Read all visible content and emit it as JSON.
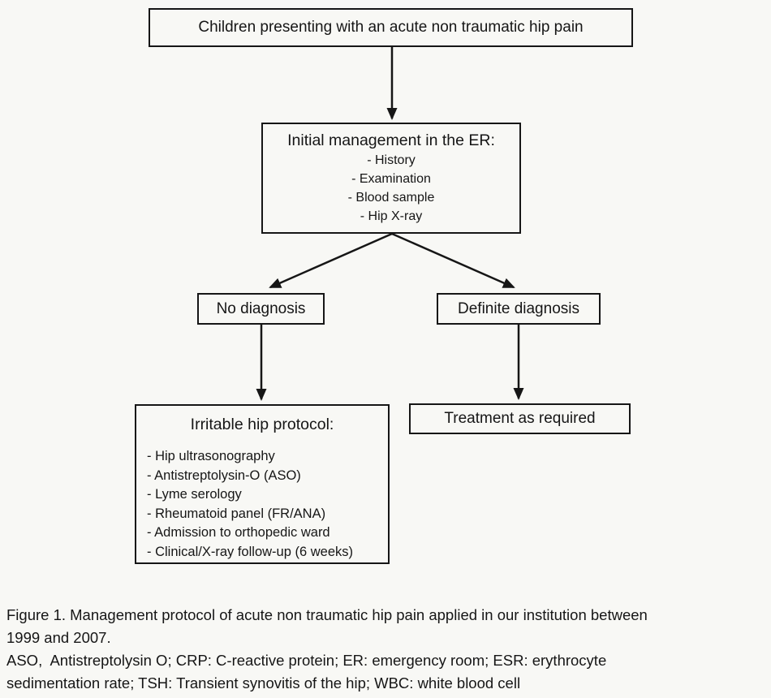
{
  "colors": {
    "background": "#f8f8f5",
    "line": "#161616"
  },
  "flowchart": {
    "top_box": {
      "label": "Children presenting with an acute non traumatic hip pain"
    },
    "er_box": {
      "title": "Initial management in the ER:",
      "items": [
        "- History",
        "- Examination",
        "- Blood sample",
        "- Hip X-ray"
      ]
    },
    "no_diagnosis_box": {
      "label": "No diagnosis"
    },
    "definite_diagnosis_box": {
      "label": "Definite diagnosis"
    },
    "irritable_box": {
      "title": "Irritable hip protocol:",
      "items": [
        "- Hip ultrasonography",
        "- Antistreptolysin-O (ASO)",
        "- Lyme serology",
        "- Rheumatoid panel (FR/ANA)",
        "- Admission to orthopedic ward",
        "- Clinical/X-ray follow-up (6 weeks)"
      ]
    },
    "treatment_box": {
      "label": "Treatment as required"
    }
  },
  "caption": {
    "lines": [
      "Figure 1. Management protocol of acute non traumatic hip pain applied in our institution between",
      "1999 and 2007.",
      "ASO,  Antistreptolysin O; CRP: C-reactive protein; ER: emergency room; ESR: erythrocyte",
      "sedimentation rate; TSH: Transient synovitis of the hip; WBC: white blood cell"
    ]
  }
}
